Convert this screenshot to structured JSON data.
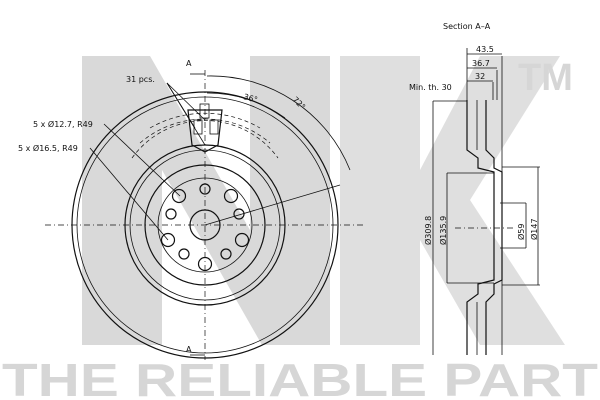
{
  "watermark": {
    "logo": "NK",
    "trademark": "TM",
    "slogan": "THE RELIABLE PART"
  },
  "section": {
    "title": "Section A–A",
    "dims": {
      "width_total": "43.5",
      "width_mid": "36.7",
      "width_inner": "32",
      "min_thickness": "Min. th. 30",
      "outer_dia": "Ø309.8",
      "hat_dia": "Ø135.9",
      "bore_dia": "Ø59",
      "hat_outer_dia": "Ø147"
    }
  },
  "front": {
    "section_mark_top": "A",
    "section_mark_bottom": "A",
    "vanes_label": "31 pcs.",
    "holes_small": "5 x Ø12.7, R49",
    "holes_large": "5 x Ø16.5, R49",
    "angle_1": "36°",
    "angle_2": "72°"
  }
}
